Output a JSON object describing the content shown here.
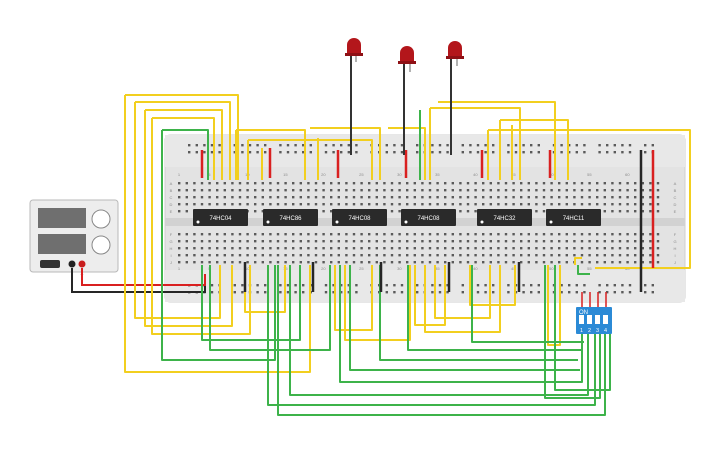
{
  "chips": [
    "74HC04",
    "74HC86",
    "74HC08",
    "74HC08",
    "74HC32",
    "74HC11"
  ],
  "dip_switch": {
    "on_label": "ON",
    "numbers": [
      "1",
      "2",
      "3",
      "4"
    ]
  },
  "power_supply": {
    "terminals": [
      "-",
      "+"
    ]
  },
  "breadboard": {
    "column_numbers": [
      "1",
      "5",
      "10",
      "15",
      "20",
      "25",
      "30",
      "35",
      "40",
      "45",
      "50",
      "55",
      "60"
    ],
    "row_letters_top": [
      "A",
      "B",
      "C",
      "D",
      "E"
    ],
    "row_letters_bottom": [
      "F",
      "G",
      "H",
      "I",
      "J"
    ]
  },
  "colors": {
    "yellow_wire": "#f2cf1f",
    "green_wire": "#3db34a",
    "red_wire": "#d92020",
    "black_wire": "#262626",
    "chip": "#2a2a2a",
    "led": "#b3161b",
    "dip_switch": "#2b8ad6",
    "breadboard": "#e4e4e4"
  }
}
